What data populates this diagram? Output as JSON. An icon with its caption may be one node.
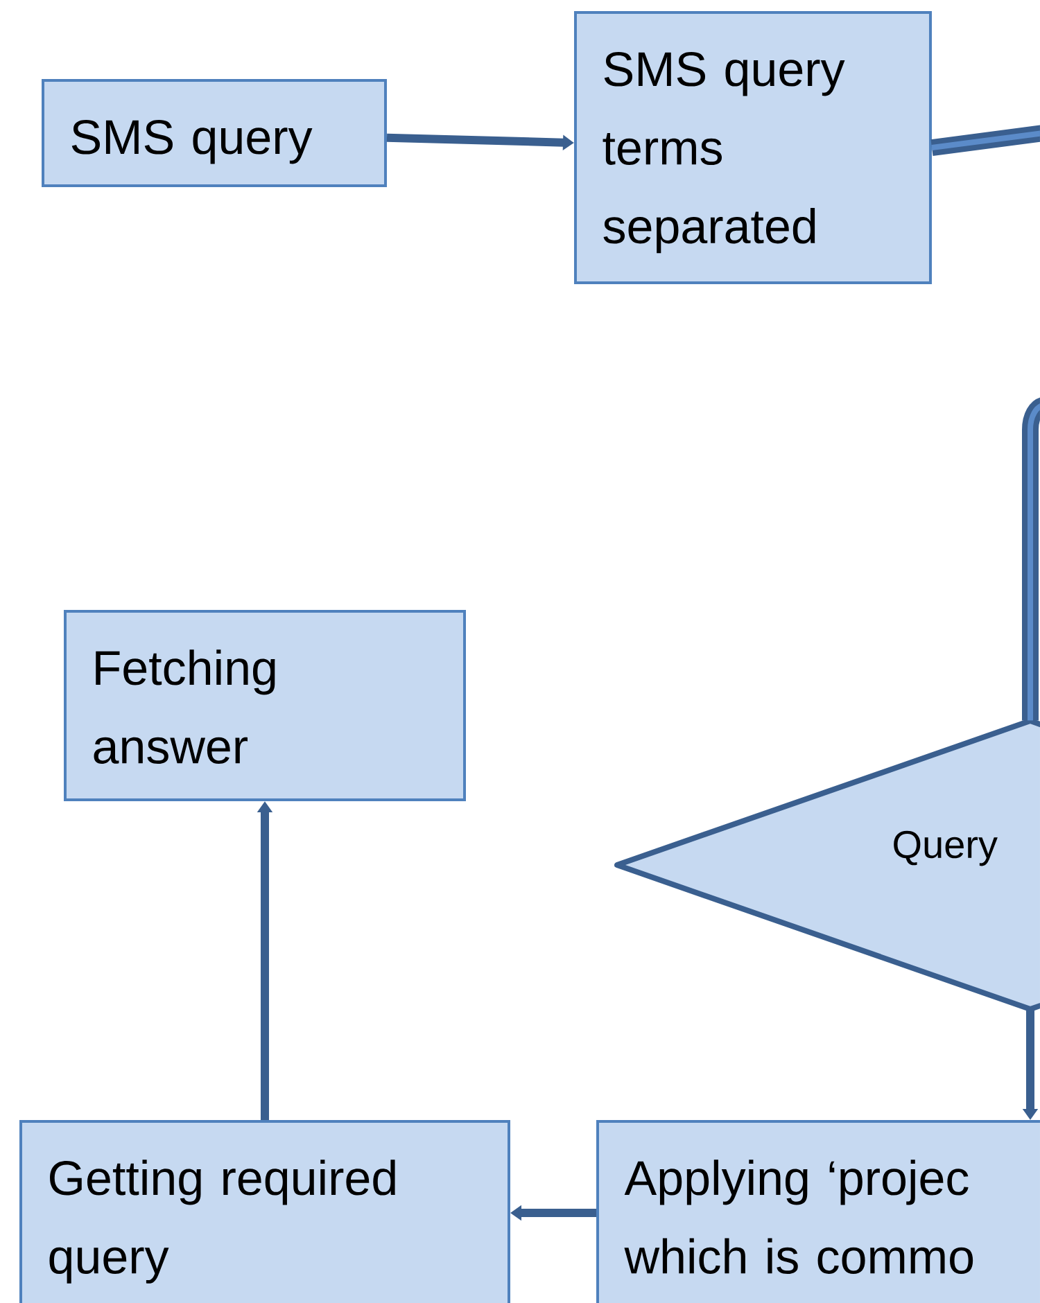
{
  "diagram": {
    "nodes": [
      {
        "text": [
          "SMS query"
        ]
      },
      {
        "text": [
          "SMS query terms separated"
        ]
      },
      {
        "text": [
          "Fetching answer"
        ]
      },
      {
        "text": [
          "Query"
        ]
      },
      {
        "text": [
          "Getting required query"
        ]
      },
      {
        "text": [
          "Applying ‘projec which is commo"
        ]
      }
    ],
    "edges": [
      {
        "from": 0,
        "to": 1,
        "arrow": "to"
      },
      {
        "from": 1,
        "to": null,
        "arrow": "none",
        "style": "thick"
      },
      {
        "from": null,
        "to": 3,
        "arrow": "none",
        "style": "thick"
      },
      {
        "from": 3,
        "to": 5,
        "arrow": "to"
      },
      {
        "from": 5,
        "to": 4,
        "arrow": "to"
      },
      {
        "from": 4,
        "to": 2,
        "arrow": "to"
      }
    ]
  }
}
